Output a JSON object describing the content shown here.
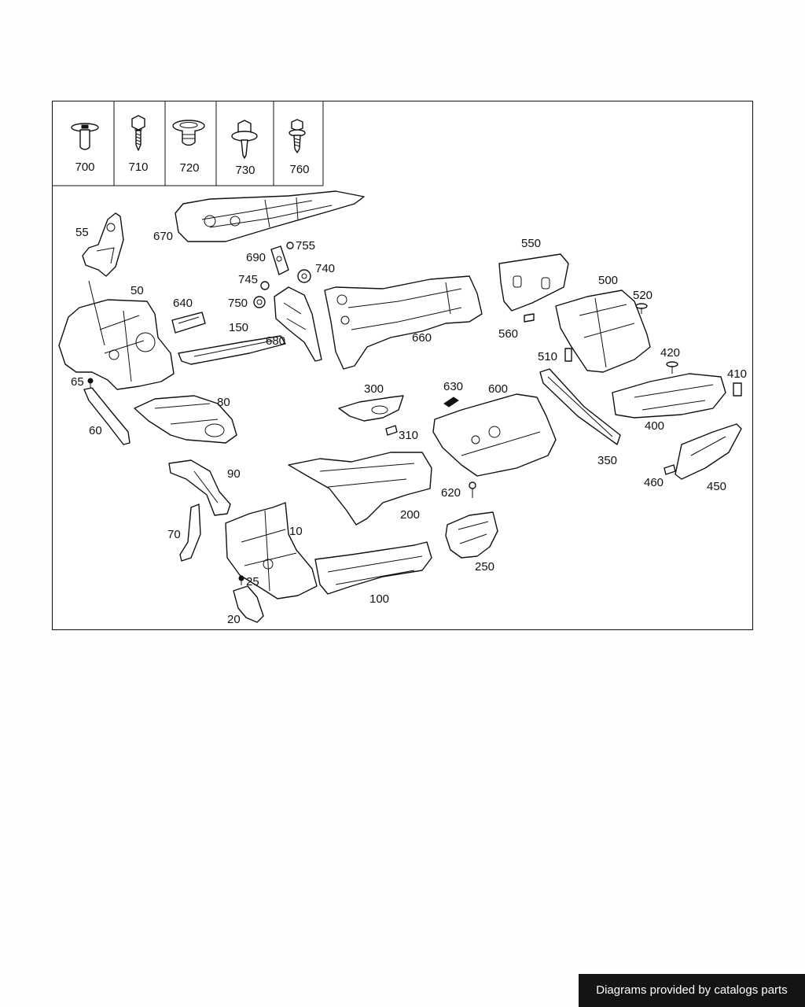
{
  "diagram": {
    "fastener_header": [
      {
        "number": "700",
        "icon": "stud-bolt-icon"
      },
      {
        "number": "710",
        "icon": "hex-screw-icon"
      },
      {
        "number": "720",
        "icon": "expansion-nut-icon"
      },
      {
        "number": "730",
        "icon": "hex-collar-bolt-icon"
      },
      {
        "number": "760",
        "icon": "flange-screw-icon"
      }
    ],
    "callouts": {
      "c10": "10",
      "c20": "20",
      "c25": "25",
      "c50": "50",
      "c55": "55",
      "c60": "60",
      "c65": "65",
      "c70": "70",
      "c80": "80",
      "c90": "90",
      "c100": "100",
      "c150": "150",
      "c200": "200",
      "c250": "250",
      "c300": "300",
      "c310": "310",
      "c350": "350",
      "c400": "400",
      "c410": "410",
      "c420": "420",
      "c450": "450",
      "c460": "460",
      "c500": "500",
      "c510": "510",
      "c520": "520",
      "c550": "550",
      "c560": "560",
      "c600": "600",
      "c620": "620",
      "c630": "630",
      "c640": "640",
      "c660": "660",
      "c670": "670",
      "c680": "680",
      "c690": "690",
      "c740": "740",
      "c745": "745",
      "c750": "750",
      "c755": "755"
    }
  },
  "footer": {
    "watermark": "Diagrams provided by catalogs parts"
  }
}
